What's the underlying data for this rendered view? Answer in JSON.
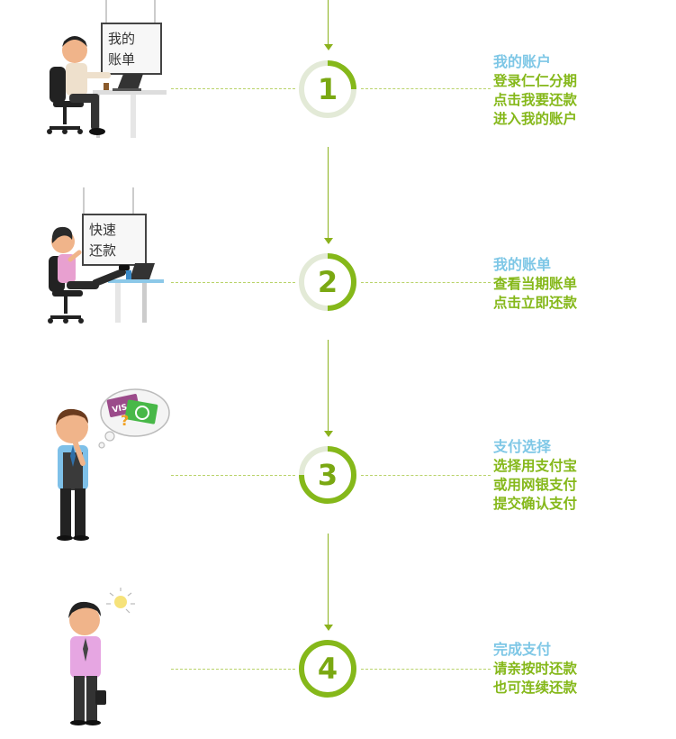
{
  "steps": [
    {
      "number": "1",
      "title": "我的账户",
      "lines": [
        "登录仁仁分期",
        "点击我要还款",
        "进入我的账户"
      ],
      "sign": [
        "我的",
        "账单"
      ]
    },
    {
      "number": "2",
      "title": "我的账单",
      "lines": [
        "查看当期账单",
        "点击立即还款"
      ],
      "sign": [
        "快速",
        "还款"
      ]
    },
    {
      "number": "3",
      "title": "支付选择",
      "lines": [
        "选择用支付宝",
        "或用网银支付",
        "提交确认支付"
      ],
      "card_label": "VIS"
    },
    {
      "number": "4",
      "title": "完成支付",
      "lines": [
        "请亲按时还款",
        "也可连续还款"
      ]
    }
  ],
  "colors": {
    "accent_green": "#85b81a",
    "title_blue": "#7ec7e6",
    "ring_light": "#e3ead7",
    "line_green": "#8bb21d"
  }
}
